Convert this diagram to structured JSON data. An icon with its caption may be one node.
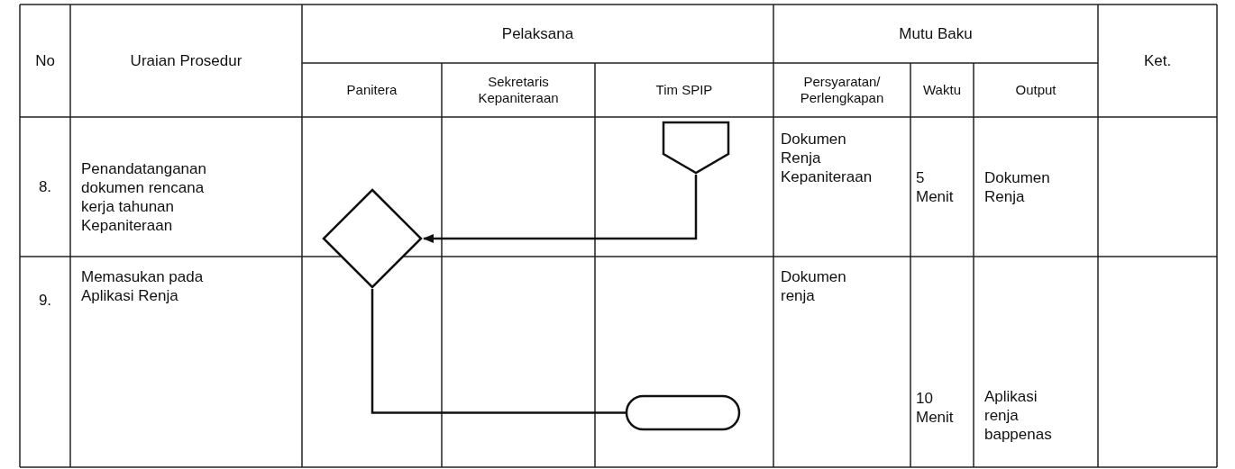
{
  "diagram": {
    "nodes": [
      {
        "text": [],
        "shape": "diamond"
      },
      {
        "text": [],
        "shape": "pentagon"
      },
      {
        "text": [],
        "shape": "capsule"
      }
    ],
    "edges": [
      {
        "from": 1,
        "to": 0,
        "arrow": "to"
      },
      {
        "from": 0,
        "to": 2,
        "arrow": "none"
      }
    ],
    "labels": [
      "No",
      "Uraian Prosedur",
      "Pelaksana",
      "Mutu Baku",
      "Ket.",
      "Panitera",
      "Sekretaris Kepaniteraan",
      "Tim SPIP",
      "Persyaratan/ Perlengkapan",
      "Waktu",
      "Output",
      "8.",
      "Penandatanganan dokumen rencana kerja tahunan Kepaniteraan",
      "Dokumen Renja Kepaniteraan",
      "5 Menit",
      "Dokumen Renja",
      "9.",
      "Memasukan pada Aplikasi Renja",
      "Dokumen renja",
      "10 Menit",
      "Aplikasi renja bappenas"
    ]
  }
}
